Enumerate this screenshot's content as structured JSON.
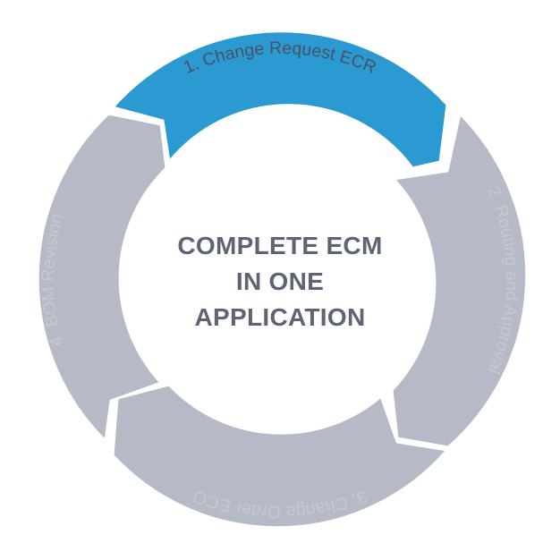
{
  "diagram": {
    "center_lines": [
      "COMPLETE ECM",
      "IN ONE",
      "APPLICATION"
    ],
    "stages": [
      {
        "label": "1. Change Request ECR",
        "active": true
      },
      {
        "label": "2. Routing and Approval",
        "active": false
      },
      {
        "label": "3. Change Order ECO",
        "active": false
      },
      {
        "label": "4. BOM Revision",
        "active": false
      }
    ],
    "colors": {
      "active_fill": "#2b9ad3",
      "inactive_fill": "#b5bac6",
      "active_text": "#4a5163",
      "inactive_text": "#c4c8d1",
      "center_text": "#5d6473"
    }
  }
}
